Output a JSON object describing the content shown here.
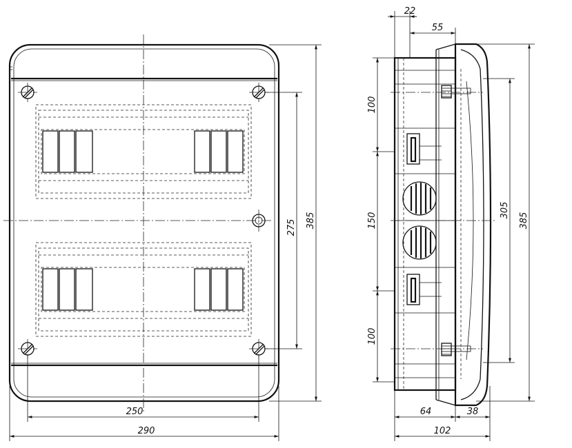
{
  "front_view": {
    "dim_width_inner": "250",
    "dim_width_outer": "290",
    "dim_height_holes": "275",
    "dim_height_outer": "385"
  },
  "side_view": {
    "dim_top_22": "22",
    "dim_top_55": "55",
    "dim_left_100_top": "100",
    "dim_left_150": "150",
    "dim_left_100_bottom": "100",
    "dim_right_305": "305",
    "dim_right_385": "385",
    "dim_bottom_64": "64",
    "dim_bottom_38": "38",
    "dim_bottom_102": "102"
  }
}
